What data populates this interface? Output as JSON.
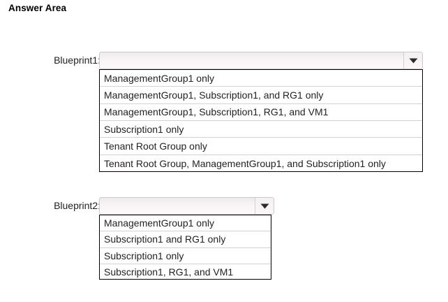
{
  "page": {
    "title": "Answer Area",
    "background": "#ffffff",
    "text_color": "#231f20"
  },
  "fields": [
    {
      "label": "Blueprint1:",
      "combobox": {
        "value": "",
        "placeholder": "",
        "arrow_icon": "chevron-down-icon",
        "expanded": true
      },
      "options": [
        "ManagementGroup1 only",
        "ManagementGroup1, Subscription1, and RG1 only",
        "ManagementGroup1, Subscription1, RG1, and VM1",
        "Subscription1 only",
        "Tenant Root Group  only",
        "Tenant Root Group, ManagementGroup1, and  Subscription1 only"
      ]
    },
    {
      "label": "Blueprint2:",
      "combobox": {
        "value": "",
        "placeholder": "",
        "arrow_icon": "chevron-down-icon",
        "expanded": true
      },
      "options": [
        "ManagementGroup1 only",
        "Subscription1 and RG1 only",
        "Subscription1 only",
        "Subscription1, RG1, and VM1"
      ]
    }
  ]
}
